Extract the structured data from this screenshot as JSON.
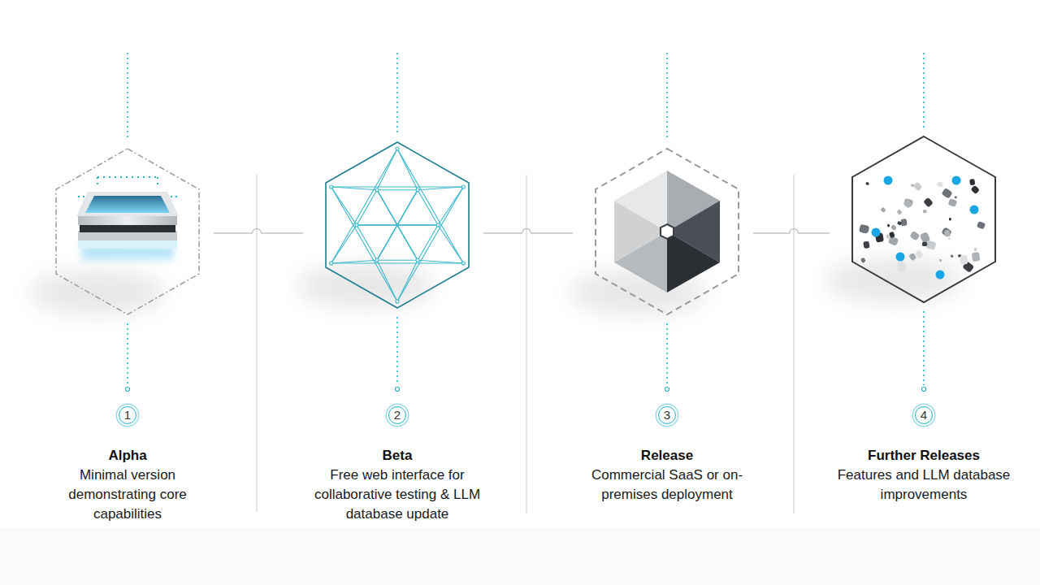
{
  "diagram": {
    "nodes": [
      {
        "text": [
          "1",
          "Alpha",
          "Minimal version demonstrating core capabilities"
        ]
      },
      {
        "text": [
          "2",
          "Beta",
          "Free web interface for collaborative testing & LLM database update"
        ]
      },
      {
        "text": [
          "3",
          "Release",
          "Commercial SaaS or on-premises deployment"
        ]
      },
      {
        "text": [
          "4",
          "Further Releases",
          "Features and LLM database improvements"
        ]
      }
    ],
    "edges": [
      {
        "from": 0,
        "to": 1,
        "arrow": "none"
      },
      {
        "from": 1,
        "to": 2,
        "arrow": "none"
      },
      {
        "from": 2,
        "to": 3,
        "arrow": "none"
      }
    ]
  }
}
